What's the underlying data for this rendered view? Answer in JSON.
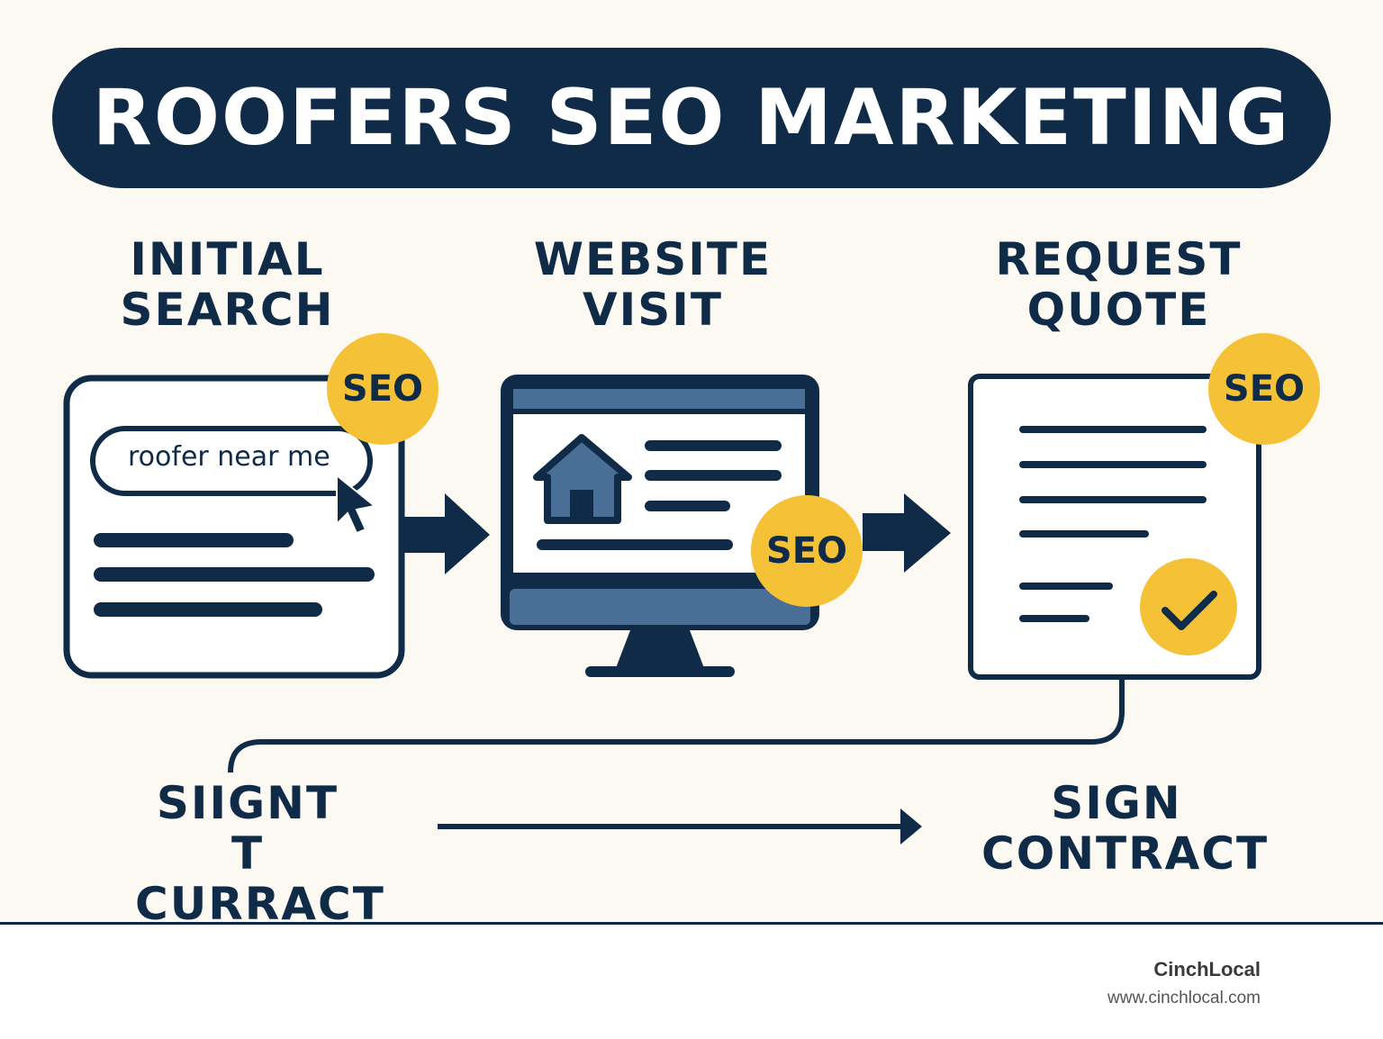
{
  "title": "ROOFERS SEO MARKETING",
  "steps": [
    {
      "line1": "INITIAL",
      "line2": "SEARCH"
    },
    {
      "line1": "WEBSITE",
      "line2": "VISIT"
    },
    {
      "line1": "REQUEST",
      "line2": "QUOTE"
    }
  ],
  "search_query": "roofer near me",
  "seo_badge": "SEO",
  "bottom_left": {
    "line1": "SIIGNT T",
    "line2": "CURRACT"
  },
  "bottom_right": {
    "line1": "SIGN",
    "line2": "CONTRACT"
  },
  "footer": {
    "brand": "CinchLocal",
    "url": "www.cinchlocal.com"
  },
  "colors": {
    "navy": "#0f2b47",
    "gold": "#f5c237",
    "steel": "#4a6f96",
    "background": "#fbf9f1",
    "orange": "#e8761f"
  },
  "icons": [
    "search-card-icon",
    "cursor-icon",
    "monitor-icon",
    "house-icon",
    "document-icon",
    "checkmark-icon",
    "arrow-icon",
    "logo-icon"
  ]
}
